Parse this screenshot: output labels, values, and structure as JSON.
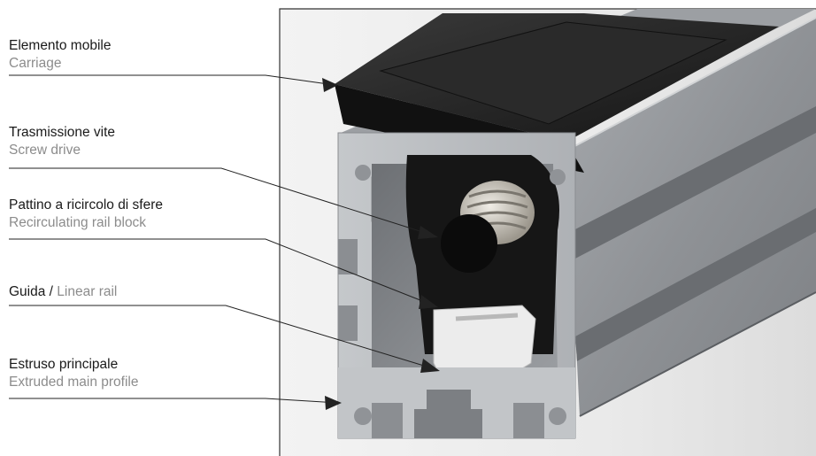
{
  "labels": [
    {
      "it": "Elemento mobile",
      "en": "Carriage"
    },
    {
      "it": "Trasmissione vite",
      "en": "Screw drive"
    },
    {
      "it": "Pattino a ricircolo di sfere",
      "en": "Recirculating rail block"
    },
    {
      "it": "Guida",
      "sep": " / ",
      "en": "Linear rail"
    },
    {
      "it": "Estruso principale",
      "en": "Extruded main profile"
    }
  ],
  "colors": {
    "leader": "#222222",
    "italian_text": "#1a1a1a",
    "english_text": "#8c8c8c",
    "frame": "#333333",
    "aluminium": "#b9bcc0",
    "carriage": "#1e1e1e"
  }
}
